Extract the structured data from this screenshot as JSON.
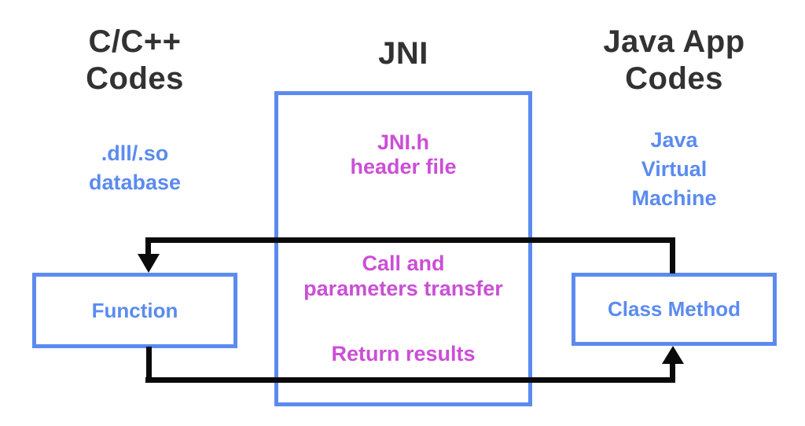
{
  "colors": {
    "background": "#ffffff",
    "heading": "#323232",
    "blue": "#5b8bef",
    "magenta": "#cb4fd6",
    "line": "#0a0a0a"
  },
  "left_column": {
    "heading": [
      "C/C++",
      "Codes"
    ],
    "subtitle": [
      ".dll/.so",
      "database"
    ],
    "box_label": "Function"
  },
  "center_column": {
    "heading": "JNI",
    "header_file": [
      "JNI.h",
      "header file"
    ],
    "call_transfer": [
      "Call and",
      "parameters transfer"
    ],
    "return_results": "Return results"
  },
  "right_column": {
    "heading": [
      "Java App",
      "Codes"
    ],
    "subtitle": [
      "Java",
      "Virtual",
      "Machine"
    ],
    "box_label": "Class Method"
  }
}
